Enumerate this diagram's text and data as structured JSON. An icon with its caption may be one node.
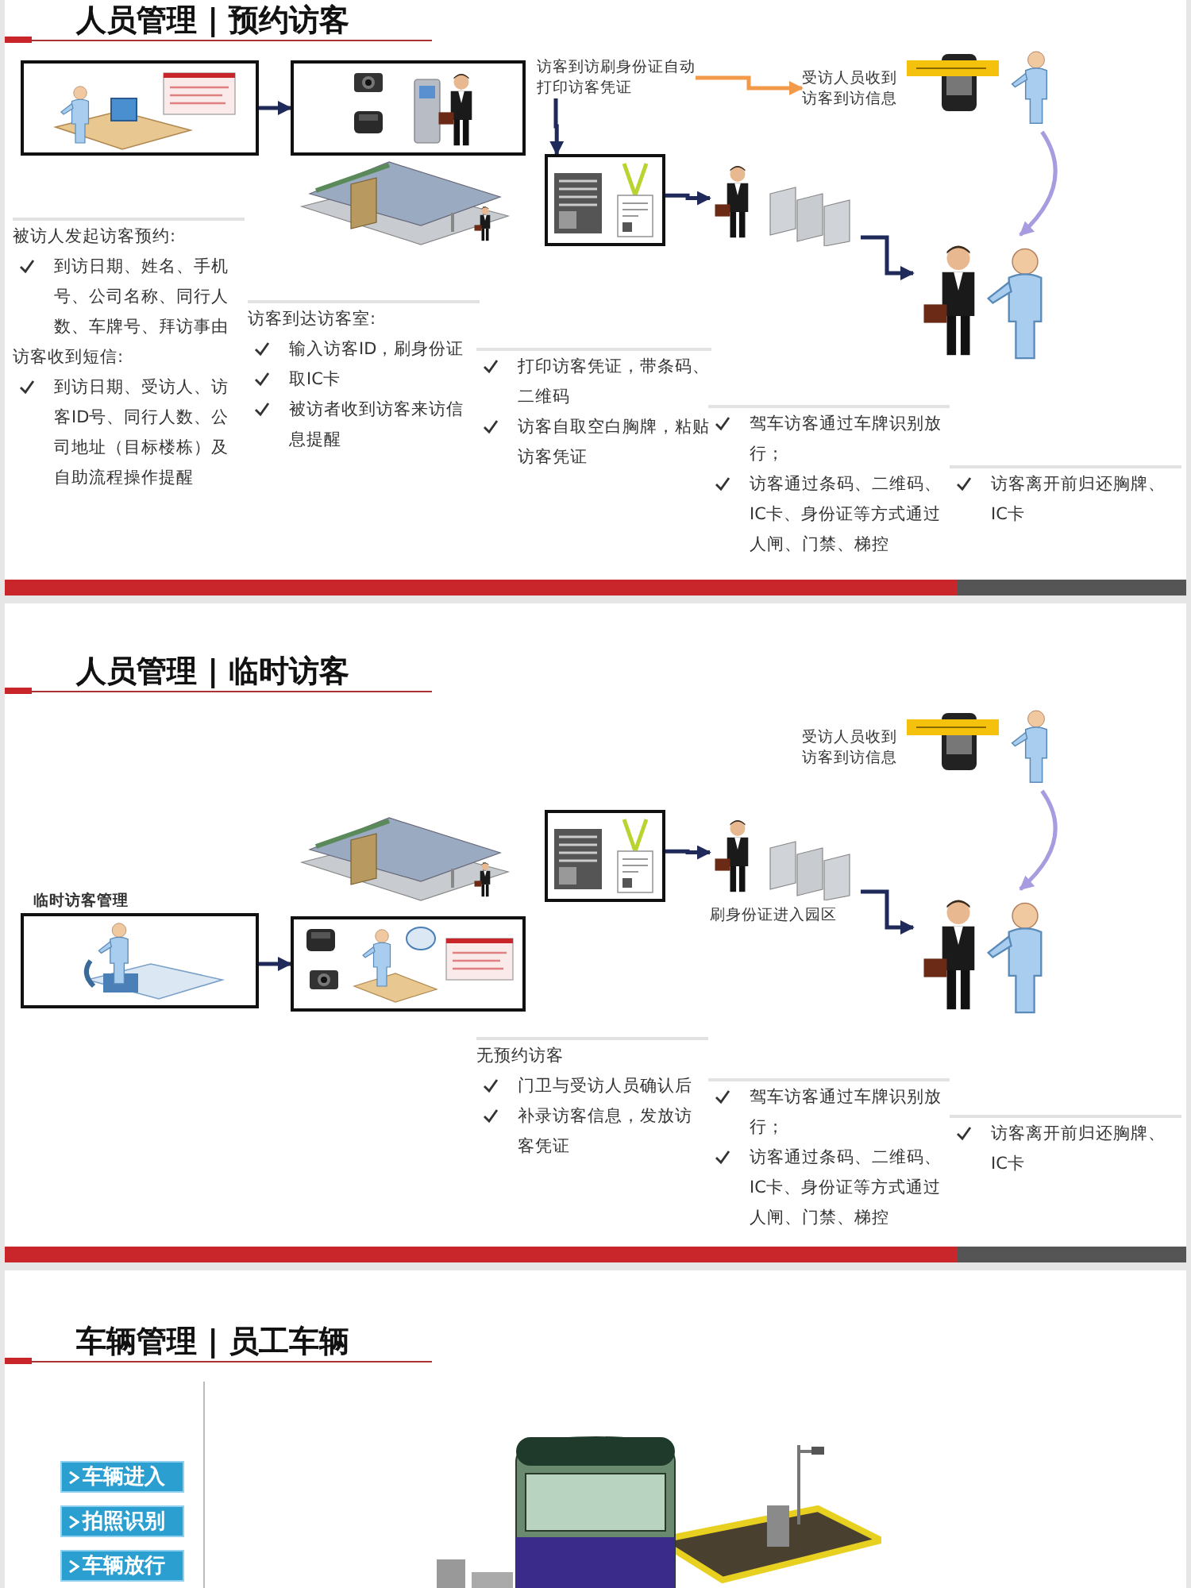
{
  "diagram": {
    "nodes": [
      {
        "text": [],
        "shape": "picture"
      },
      {
        "text": [],
        "shape": "picture"
      },
      {
        "text": [
          "访客到访刷身份证自动打印访客凭证"
        ]
      },
      {
        "text": [],
        "shape": "picture"
      },
      {
        "text": [],
        "shape": "picture"
      },
      {
        "text": [],
        "shape": "picture"
      },
      {
        "text": [
          "受访人员收到访客到访信息"
        ]
      },
      {
        "text": [
          "临时访客管理"
        ]
      },
      {
        "text": [],
        "shape": "picture"
      },
      {
        "text": [],
        "shape": "picture"
      },
      {
        "text": [],
        "shape": "picture",
        "beside": [
          "刷身份证进入园区"
        ]
      },
      {
        "text": [],
        "shape": "picture"
      },
      {
        "text": [
          "受访人员收到访客到访信息"
        ]
      }
    ],
    "edges": [
      {
        "from": 0,
        "to": 1,
        "arrow": "to"
      },
      {
        "from": 2,
        "to": 3,
        "arrow": "to"
      },
      {
        "from": 3,
        "to": 4,
        "arrow": "to"
      },
      {
        "from": 4,
        "to": 5,
        "arrow": "to"
      },
      {
        "from": 2,
        "to": 6,
        "arrow": "to",
        "color": "#f29a4a"
      },
      {
        "from": 6,
        "to": 5,
        "arrow": "to",
        "color": "#a99be0"
      },
      {
        "from": 7,
        "to": 8,
        "arrow": "to"
      },
      {
        "from": 9,
        "to": 10,
        "arrow": "to"
      },
      {
        "from": 10,
        "to": 11,
        "arrow": "to"
      },
      {
        "from": 12,
        "to": 11,
        "arrow": "to",
        "color": "#a99be0"
      }
    ],
    "labels": [
      "人员管理 | 预约访客",
      "被访人发起访客预约:",
      "到访日期、姓名、手机号、公司名称、同行人数、车牌号、拜访事由",
      "访客收到短信:",
      "到访日期、受访人、访客ID号、同行人数、公司地址（目标楼栋）及自助流程操作提醒",
      "访客到达访客室:",
      "输入访客ID，刷身份证",
      "取IC卡",
      "被访者收到访客来访信息提醒",
      "打印访客凭证，带条码、二维码",
      "访客自取空白胸牌，粘贴访客凭证",
      "驾车访客通过车牌识别放行；",
      "访客通过条码、二维码、IC卡、身份证等方式通过人闸、门禁、梯控",
      "访客离开前归还胸牌、IC卡",
      "人员管理 | 临时访客",
      "无预约访客",
      "门卫与受访人员确认后",
      "补录访客信息，发放访客凭证",
      "驾车访客通过车牌识别放行；",
      "访客通过条码、二维码、IC卡、身份证等方式通过人闸、门禁、梯控",
      "访客离开前归还胸牌、IC卡",
      "车辆管理 | 员工车辆",
      "车辆进入",
      "拍照识别",
      "车辆放行"
    ]
  }
}
